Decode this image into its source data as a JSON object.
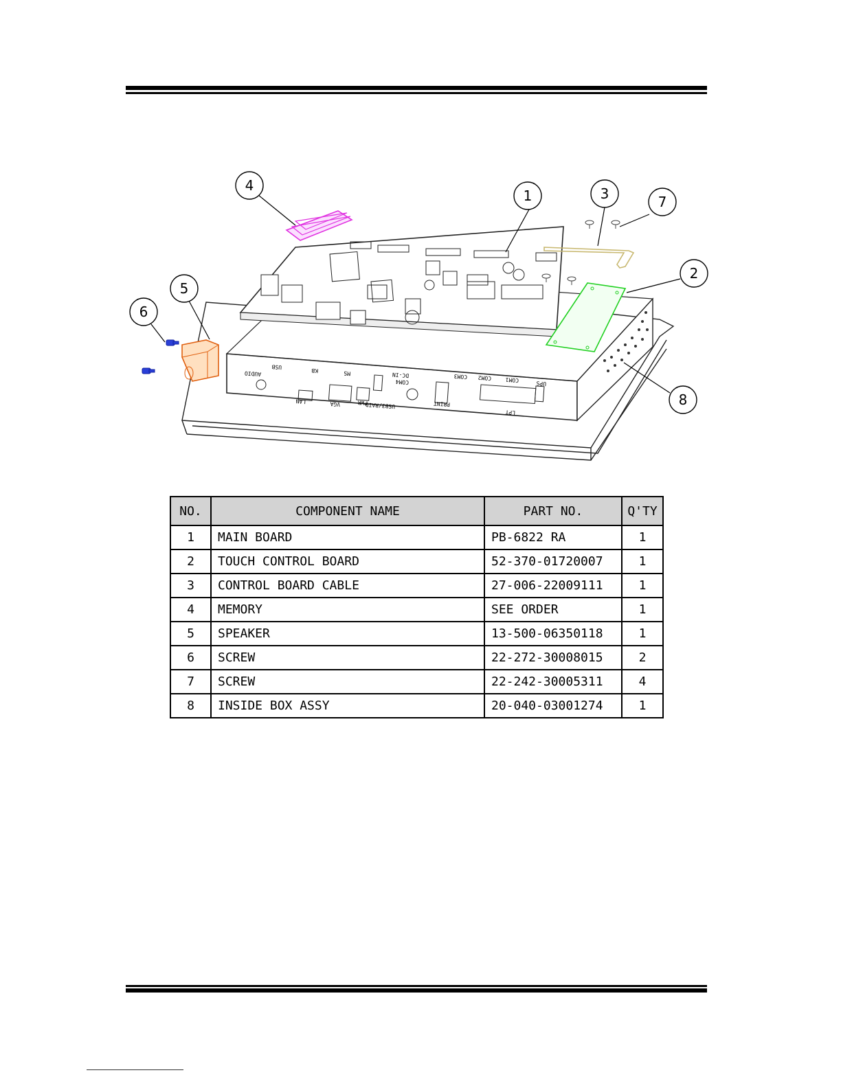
{
  "callouts": [
    "1",
    "2",
    "3",
    "4",
    "5",
    "6",
    "7",
    "8"
  ],
  "panel_labels": {
    "audio": "AUDIO",
    "usb": "USB",
    "kb": "KB",
    "ms": "MS",
    "dc_in": "DC-IN",
    "com4": "COM4",
    "com3": "COM3",
    "com2": "COM2",
    "com1": "COM1",
    "ups": "UPS",
    "lan": "LAN",
    "vga": "VGA",
    "usb3_raid": "USB3/RAID",
    "pwr": "PWR",
    "print": "PRINT",
    "lpt": "LPT"
  },
  "table": {
    "headers": {
      "no": "NO.",
      "name": "COMPONENT NAME",
      "part": "PART NO.",
      "qty": "Q'TY"
    },
    "rows": [
      {
        "no": "1",
        "name": "MAIN BOARD",
        "part": "PB-6822 RA",
        "qty": "1"
      },
      {
        "no": "2",
        "name": "TOUCH CONTROL BOARD",
        "part": "52-370-01720007",
        "qty": "1"
      },
      {
        "no": "3",
        "name": "CONTROL BOARD CABLE",
        "part": "27-006-22009111",
        "qty": "1"
      },
      {
        "no": "4",
        "name": "MEMORY",
        "part": "SEE ORDER",
        "qty": "1"
      },
      {
        "no": "5",
        "name": "SPEAKER",
        "part": "13-500-06350118",
        "qty": "1"
      },
      {
        "no": "6",
        "name": "SCREW",
        "part": "22-272-30008015",
        "qty": "2"
      },
      {
        "no": "7",
        "name": "SCREW",
        "part": "22-242-30005311",
        "qty": "4"
      },
      {
        "no": "8",
        "name": "INSIDE BOX ASSY",
        "part": "20-040-03001274",
        "qty": "1"
      }
    ]
  }
}
